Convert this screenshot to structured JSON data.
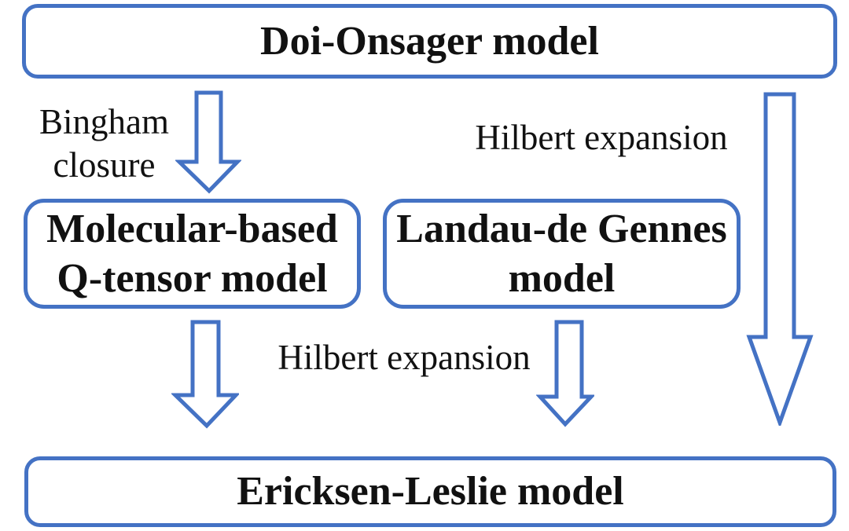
{
  "colors": {
    "accent": "#4472C4",
    "background": "#ffffff",
    "text": "#111111"
  },
  "nodes": {
    "doi_onsager": {
      "label": "Doi-Onsager model"
    },
    "q_tensor": {
      "line1": "Molecular-based",
      "line2": "Q-tensor model"
    },
    "landau_de_gennes": {
      "line1": "Landau-de Gennes",
      "line2": "model"
    },
    "ericksen_leslie": {
      "label": "Ericksen-Leslie model"
    }
  },
  "edge_labels": {
    "bingham_closure": {
      "line1": "Bingham",
      "line2": "closure"
    },
    "hilbert_expansion_right": "Hilbert expansion",
    "hilbert_expansion_middle": "Hilbert expansion"
  }
}
